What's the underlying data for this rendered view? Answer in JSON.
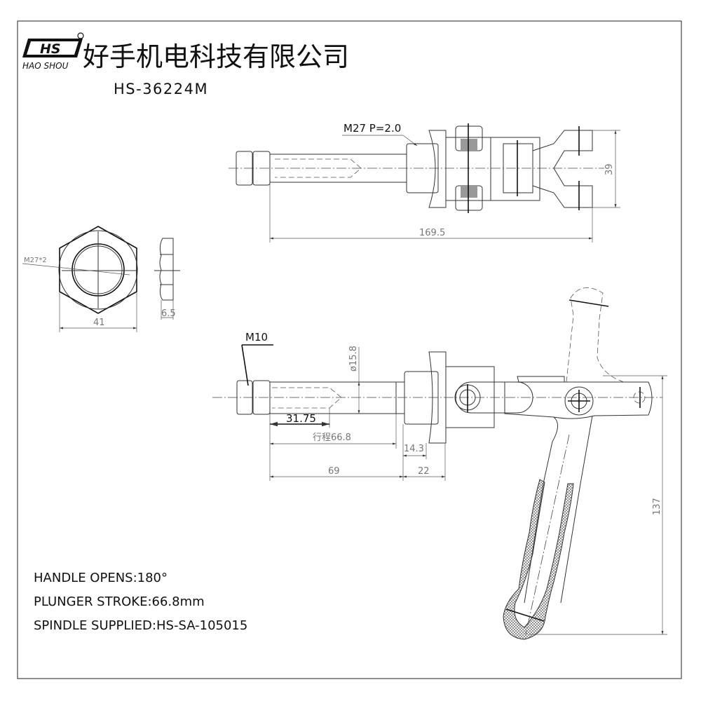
{
  "title_block": {
    "logo_mark": "HS",
    "logo_subtitle": "HAO SHOU",
    "company_name": "好手机电科技有限公司",
    "model_number": "HS-36224M"
  },
  "top_view": {
    "thread_label": "M27 P=2.0",
    "length_dim": "169.5",
    "height_dim": "39"
  },
  "nut_view": {
    "thread_label": "M27*2",
    "width_dim": "41",
    "thickness_dim": "6.5"
  },
  "side_view": {
    "thread_label": "M10",
    "diameter_dim": "ø15.8",
    "depth_dim": "31.75",
    "stroke_dim": "行程66.8",
    "flange_dim": "14.3",
    "rod_dim": "69",
    "body_dim": "22",
    "handle_height_dim": "137"
  },
  "notes": [
    "HANDLE OPENS:180°",
    "PLUNGER STROKE:66.8mm",
    "SPINDLE SUPPLIED:HS-SA-105015"
  ]
}
